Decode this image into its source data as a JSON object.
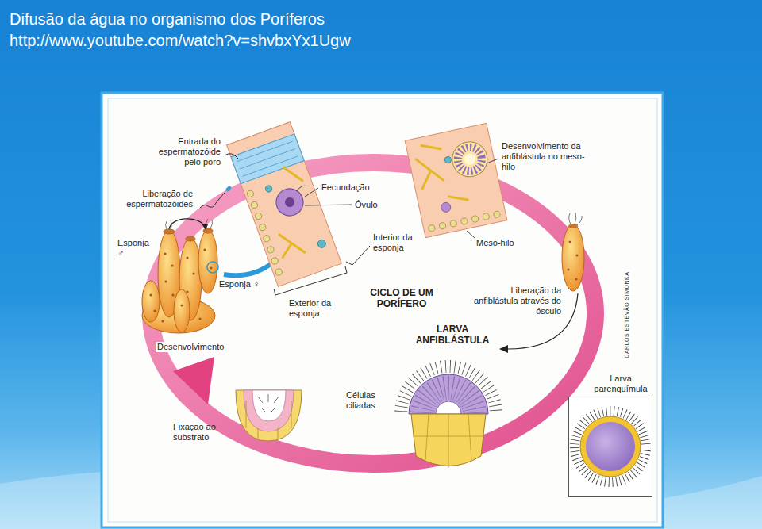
{
  "diagram": {
    "title": "Difusão da água no organismo dos Poríferos",
    "nodes": [
      {
        "text": [
          "Larva parenquímula"
        ]
      }
    ],
    "labels": [
      "http://www.youtube.com/watch?v=shvbxYx1Ugw",
      "Entrada do espermatozóide pelo poro",
      "Liberação de espermatozóides",
      "Esponja ♂",
      "Esponja ♀",
      "Fecundação",
      "Óvulo",
      "Interior da esponja",
      "Exterior da esponja",
      "CICLO DE UM PORÍFERO",
      "Desenvolvimento da anfiblástula no meso-hilo",
      "Meso-hilo",
      "Liberação da anfiblástula através do ósculo",
      "LARVA ANFIBLÁSTULA",
      "Células ciliadas",
      "Desenvolvimento",
      "Fixação ao substrato",
      "CARLOS ESTEVÃO SIMONKA"
    ]
  }
}
